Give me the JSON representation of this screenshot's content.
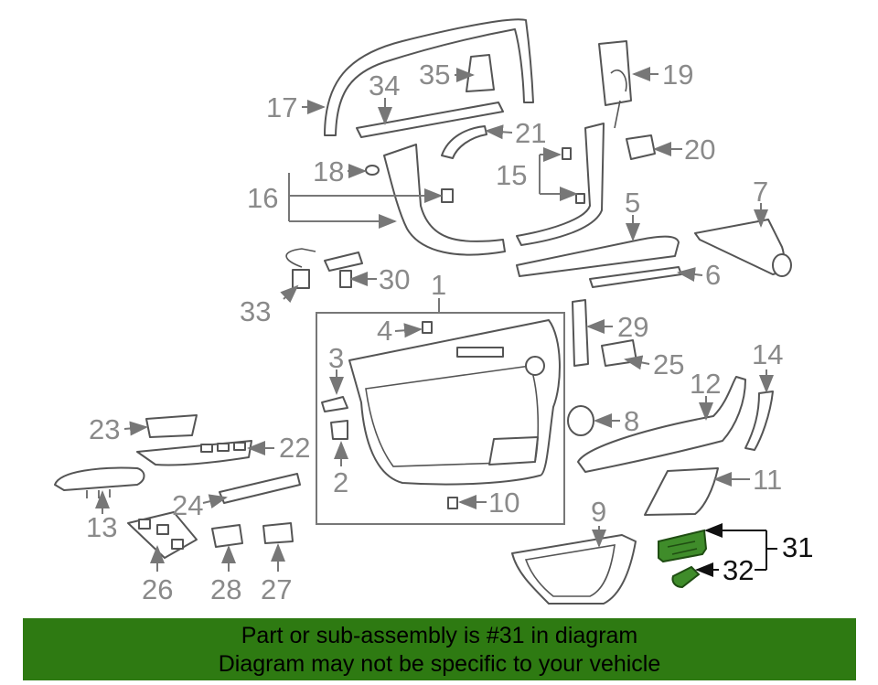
{
  "callouts": {
    "c1": "1",
    "c2": "2",
    "c3": "3",
    "c4": "4",
    "c5": "5",
    "c6": "6",
    "c7": "7",
    "c8": "8",
    "c9": "9",
    "c10": "10",
    "c11": "11",
    "c12": "12",
    "c13": "13",
    "c14": "14",
    "c15": "15",
    "c16": "16",
    "c17": "17",
    "c18": "18",
    "c19": "19",
    "c20": "20",
    "c21": "21",
    "c22": "22",
    "c23": "23",
    "c24": "24",
    "c25": "25",
    "c26": "26",
    "c27": "27",
    "c28": "28",
    "c29": "29",
    "c30": "30",
    "c31": "31",
    "c32": "32",
    "c33": "33",
    "c34": "34",
    "c35": "35"
  },
  "highlight": {
    "part": "31",
    "color": "#3f8c2a"
  },
  "banner": {
    "line1": "Part or sub-assembly is #31 in diagram",
    "line2": "Diagram may not be specific to your vehicle",
    "color": "#2e7a12"
  }
}
